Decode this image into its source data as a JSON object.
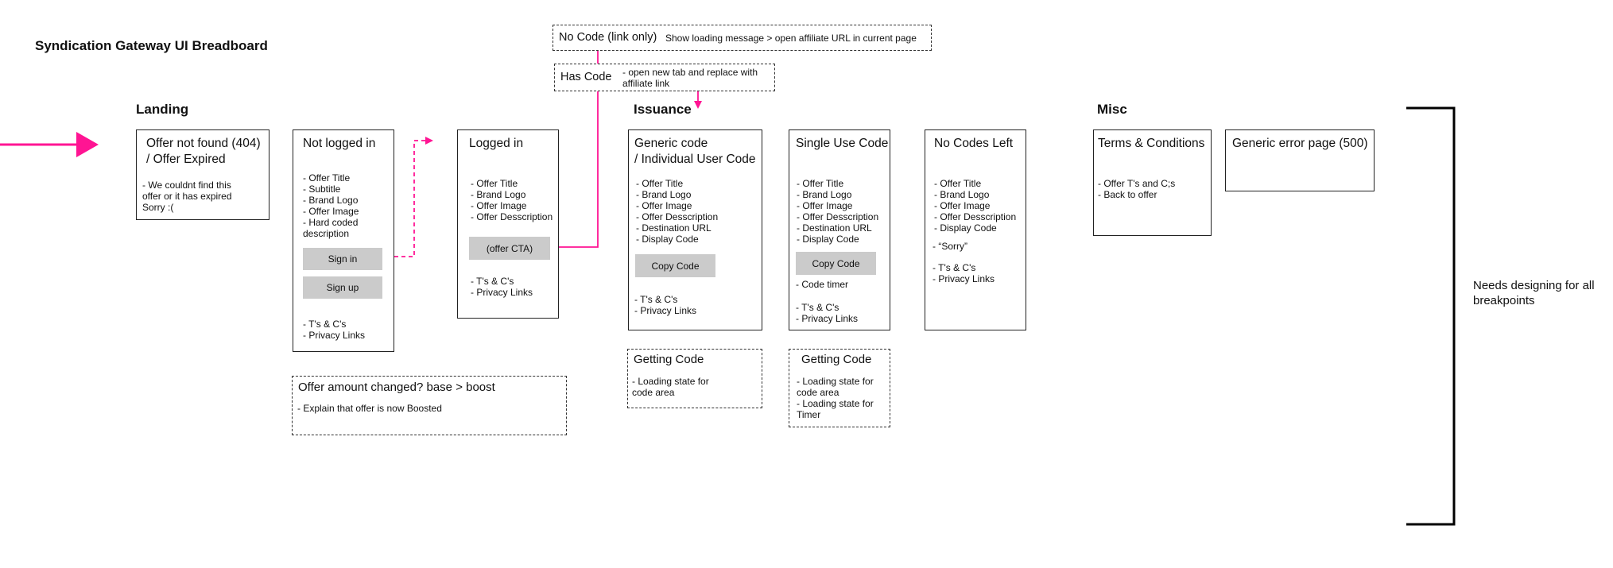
{
  "title": "Syndication Gateway UI Breadboard",
  "sections": {
    "landing": "Landing",
    "issuance": "Issuance",
    "misc": "Misc"
  },
  "branch": {
    "no_code_title": "No Code (link only)",
    "no_code_note": "Show loading message > open affiliate URL in current page",
    "has_code_title": "Has Code",
    "has_code_note": "- open new tab and replace with\naffiliate link"
  },
  "cards": {
    "not_found": {
      "title": "Offer not found (404)\n / Offer Expired",
      "items": "- We couldnt find this\noffer or it has expired\nSorry :("
    },
    "not_logged_in": {
      "title": "Not logged in",
      "items": "- Offer Title\n- Subtitle\n- Brand Logo\n- Offer Image\n- Hard coded\ndescription",
      "sign_in": "Sign in",
      "sign_up": "Sign up",
      "footer": "- T's & C's\n- Privacy Links"
    },
    "logged_in": {
      "title": "Logged in",
      "items": "- Offer Title\n- Brand Logo\n- Offer Image\n- Offer Desscription",
      "cta": "(offer CTA)",
      "footer": "- T's & C's\n- Privacy Links"
    },
    "generic_code": {
      "title": "Generic code\n / Individual User Code",
      "items": "- Offer Title\n- Brand Logo\n- Offer Image\n- Offer Desscription\n- Destination URL\n- Display Code",
      "button": "Copy Code",
      "footer": "- T's & C's\n- Privacy Links"
    },
    "single_use": {
      "title": "Single Use Code",
      "items": "- Offer Title\n- Brand Logo\n- Offer Image\n- Offer Desscription\n- Destination URL\n- Display Code",
      "button": "Copy Code",
      "timer": "- Code timer",
      "footer": "- T's & C's\n- Privacy Links"
    },
    "no_codes_left": {
      "title": "No Codes Left",
      "items": "- Offer Title\n- Brand Logo\n- Offer Image\n- Offer Desscription\n- Display Code",
      "sorry": "- “Sorry”",
      "footer": "- T's & C's\n- Privacy Links"
    },
    "terms": {
      "title": "Terms & Conditions",
      "items": "- Offer T's and C;s\n- Back to offer"
    },
    "error": {
      "title": "Generic error page (500)"
    }
  },
  "states": {
    "offer_changed_title": "Offer amount changed? base > boost",
    "offer_changed_note": "- Explain that offer is now Boosted",
    "getting_code_1_title": "Getting Code",
    "getting_code_1_note": "- Loading state for\ncode area",
    "getting_code_2_title": "Getting Code",
    "getting_code_2_note": " - Loading state for\n code area\n - Loading state for\n Timer"
  },
  "note": "Needs designing for all\nbreakpoints",
  "colors": {
    "accent": "#ff1493",
    "line": "#222222",
    "button": "#cbcbcb"
  }
}
